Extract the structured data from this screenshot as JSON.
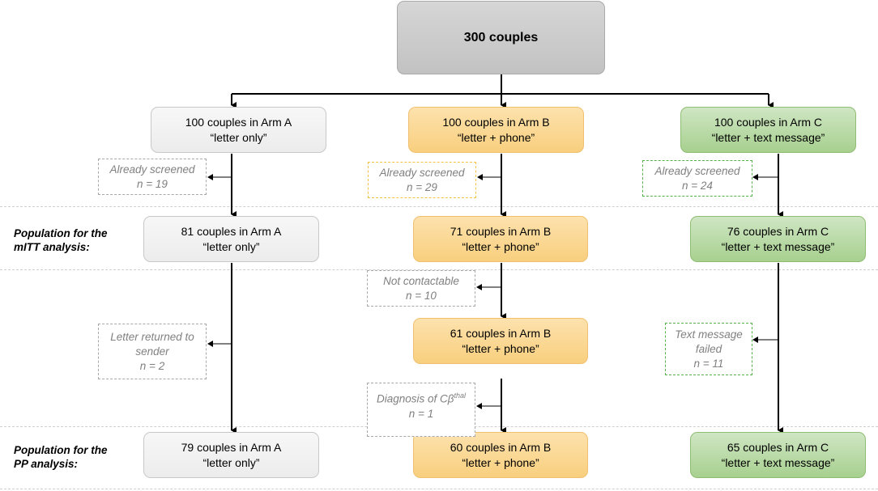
{
  "top": {
    "label": "300 couples"
  },
  "population_labels": {
    "mitt": {
      "line1": "Population for the",
      "line2": "mITT analysis:"
    },
    "pp": {
      "line1": "Population for the",
      "line2": "PP analysis:"
    }
  },
  "arms": {
    "a": {
      "r1": {
        "line1": "100 couples in Arm A",
        "line2": "“letter only”"
      },
      "r2": {
        "line1": "81 couples in Arm A",
        "line2": "“letter only”"
      },
      "r3": {
        "line1": "79 couples in Arm A",
        "line2": "“letter only”"
      },
      "excl1": {
        "line1": "Already screened",
        "line2": "n = 19"
      },
      "excl2": {
        "line1": "Letter returned to",
        "line2": "sender",
        "line3": "n = 2"
      }
    },
    "b": {
      "r1": {
        "line1": "100 couples in Arm B",
        "line2": "“letter + phone”"
      },
      "r2": {
        "line1": "71 couples in Arm B",
        "line2": "“letter + phone”"
      },
      "r3": {
        "line1": "61 couples in Arm B",
        "line2": "“letter + phone”"
      },
      "r4": {
        "line1": "60 couples in Arm B",
        "line2": "“letter + phone”"
      },
      "excl1": {
        "line1": "Already screened",
        "line2": "n =  29"
      },
      "excl2": {
        "line1": "Not contactable",
        "line2": "n = 10"
      },
      "excl3": {
        "line1": "Diagnosis of Cβ",
        "sup": "thal",
        "line2": "n = 1"
      }
    },
    "c": {
      "r1": {
        "line1": "100 couples in Arm C",
        "line2": "“letter + text message”"
      },
      "r2": {
        "line1": "76 couples in Arm C",
        "line2": "“letter + text message”"
      },
      "r3": {
        "line1": "65 couples in Arm C",
        "line2": "“letter + text message”"
      },
      "excl1": {
        "line1": "Already screened",
        "line2": "n = 24"
      },
      "excl2": {
        "line1": "Text message",
        "line2": "failed",
        "line3": "n = 11"
      }
    }
  },
  "colors": {
    "arm_a": "#eeeeee",
    "arm_b": "#f9d28a",
    "arm_c": "#b5d8a0",
    "top": "#cccccc"
  }
}
